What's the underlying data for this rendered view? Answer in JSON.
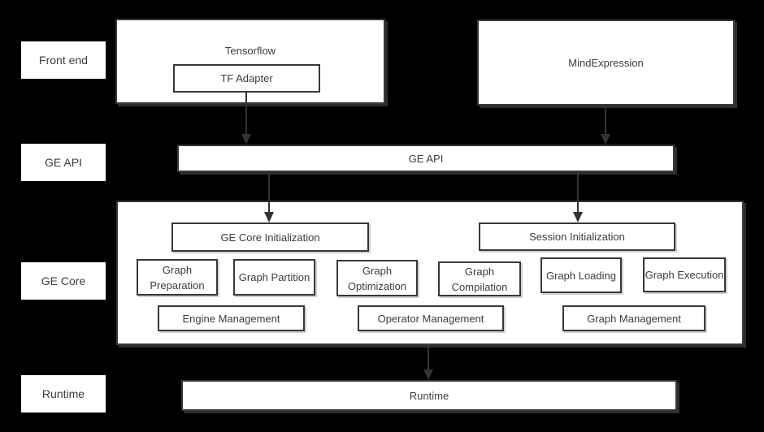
{
  "colors": {
    "background": "#000000",
    "box_fill": "#ffffff",
    "box_border": "#383838",
    "text": "#3d3d3d",
    "arrow": "#333333"
  },
  "sidebar_labels": {
    "front_end": "Front end",
    "ge_api": "GE API",
    "ge_core": "GE Core",
    "runtime": "Runtime"
  },
  "frontend": {
    "tensorflow_label": "Tensorflow",
    "tf_adapter_label": "TF Adapter",
    "mindexpression_label": "MindExpression"
  },
  "ge_api_bar": {
    "label": "GE API"
  },
  "ge_core": {
    "core_init_label": "GE Core Initialization",
    "session_init_label": "Session Initialization",
    "stages": [
      "Graph Preparation",
      "Graph Partition",
      "Graph Optimization",
      "Graph Compilation",
      "Graph Loading",
      "Graph Execution"
    ],
    "management": [
      "Engine Management",
      "Operator Management",
      "Graph Management"
    ]
  },
  "runtime_bar": {
    "label": "Runtime"
  }
}
